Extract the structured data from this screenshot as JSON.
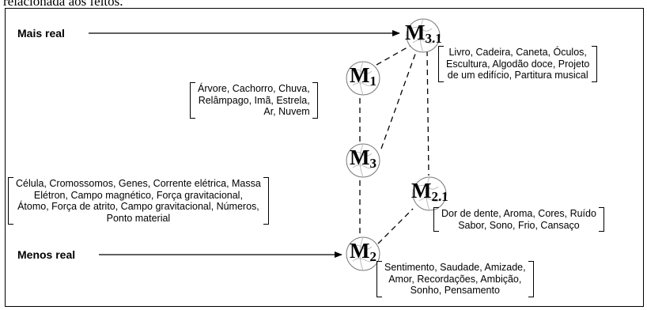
{
  "caption_fragment": "relacionada aos feitos.",
  "axis": {
    "top_label": "Mais real",
    "bottom_label": "Menos real"
  },
  "nodes": {
    "m31": {
      "letter": "M",
      "sub": "3.1"
    },
    "m1": {
      "letter": "M",
      "sub": "1"
    },
    "m3": {
      "letter": "M",
      "sub": "3"
    },
    "m21": {
      "letter": "M",
      "sub": "2.1"
    },
    "m2": {
      "letter": "M",
      "sub": "2"
    }
  },
  "lists": {
    "m31": [
      "Livro, Cadeira, Caneta, Óculos,",
      "Escultura, Algodão doce, Projeto",
      "de um edifício, Partitura musical"
    ],
    "m1": [
      "Árvore, Cachorro, Chuva,",
      "Relâmpago, Imã, Estrela,",
      "Ar, Nuvem"
    ],
    "m3": [
      "Célula, Cromossomos, Genes, Corrente elétrica, Massa",
      "Elétron, Campo magnético, Força gravitacional,",
      "Átomo, Força de atrito, Campo gravitacional, Números,",
      "Ponto material"
    ],
    "m21": [
      "Dor de dente, Aroma, Cores, Ruído",
      "Sabor, Sono, Frio, Cansaço"
    ],
    "m2": [
      "Sentimento, Saudade, Amizade,",
      "Amor, Recordações, Ambição,",
      "Sonho, Pensamento"
    ]
  }
}
